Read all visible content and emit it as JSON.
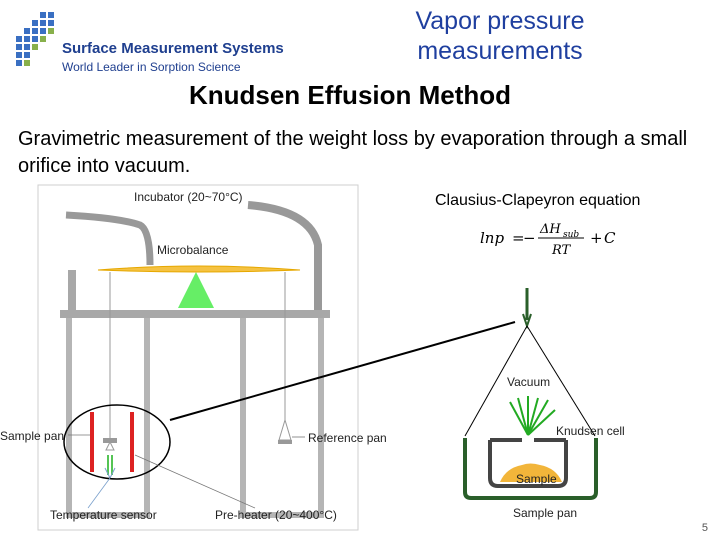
{
  "header": {
    "logo_line1": "Surface Measurement Systems",
    "logo_line2": "World Leader in Sorption Science",
    "title": "Vapor pressure measurements",
    "subtitle": "Knudsen Effusion Method"
  },
  "description": "Gravimetric measurement of the weight loss by evaporation through a small orifice into vacuum.",
  "diagram": {
    "incubator_label": "Incubator (20~70°C)",
    "microbalance_label": "Microbalance",
    "sample_pan_label": "Sample pan",
    "reference_pan_label": "Reference pan",
    "temperature_sensor_label": "Temperature sensor",
    "preheater_label": "Pre-heater (20~400°C)"
  },
  "equation": {
    "heading": "Clausius-Clapeyron equation"
  },
  "cell_detail": {
    "vacuum_label": "Vacuum",
    "knudsen_cell_label": "Knudsen cell",
    "sample_label": "Sample",
    "sample_pan_label": "Sample pan"
  },
  "colors": {
    "logo_blue": "#1f3f8f",
    "title_blue": "#1f3f9f",
    "frame_gray": "#a8a8a8",
    "microbalance_yellow": "#f5c242",
    "pivot_green": "#66ee66",
    "heater_red": "#dd2222",
    "cell_green": "#2a5f2a",
    "sample_orange": "#f2b53a"
  },
  "page_number": "5"
}
